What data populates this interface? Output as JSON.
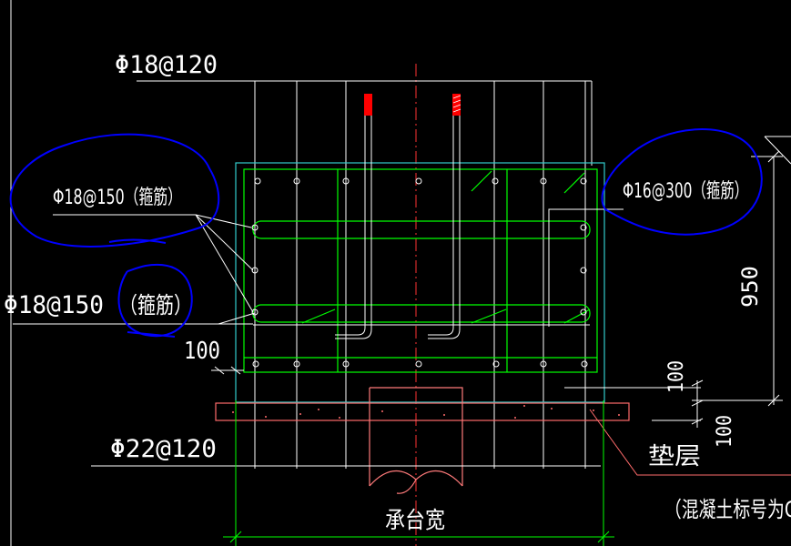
{
  "colors": {
    "background": "#000000",
    "rebar_white": "#ffffff",
    "stirrup_green": "#00ff00",
    "outline_cyan": "#33cccc",
    "cushion_red": "#ff6b6b",
    "pile_red": "#ff7a7a",
    "centerline_red": "#ff3333",
    "anchor_red": "#ff0000",
    "annotation_blue": "#0000ff",
    "dim_white": "#ffffff"
  },
  "labels": {
    "top_bar": "Φ18@120",
    "stirrup_left_1": "Φ18@150（箍筋）",
    "stirrup_left_2_prefix": "Φ18@150",
    "stirrup_left_2_suffix": "（箍筋）",
    "stirrup_right": "Φ16@300（箍筋）",
    "bottom_bar": "Φ22@120",
    "cushion": "垫层",
    "concrete_note": "（混凝土标号为C",
    "cap_width": "承台宽"
  },
  "dimensions": {
    "cover": "100",
    "height": "950",
    "dim_a": "100",
    "dim_b": "100"
  },
  "annotations": [
    {
      "type": "ellipse",
      "target": "stirrup_left_1"
    },
    {
      "type": "ellipse",
      "target": "stirrup_left_2_suffix"
    },
    {
      "type": "ellipse",
      "target": "stirrup_right"
    }
  ]
}
